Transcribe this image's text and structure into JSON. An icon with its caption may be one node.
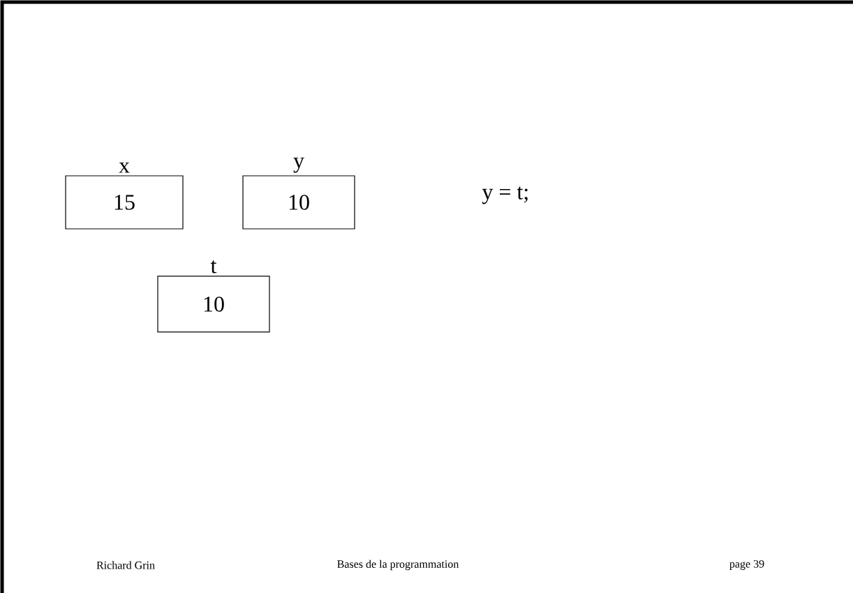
{
  "diagram": {
    "nodes": [
      {
        "text": [
          "x",
          "15"
        ]
      },
      {
        "text": [
          "y",
          "10"
        ]
      },
      {
        "text": [
          "t",
          "10"
        ]
      }
    ],
    "labels": [
      "y = t;",
      "Richard Grin",
      "Bases de la programmation",
      "page 39"
    ]
  }
}
